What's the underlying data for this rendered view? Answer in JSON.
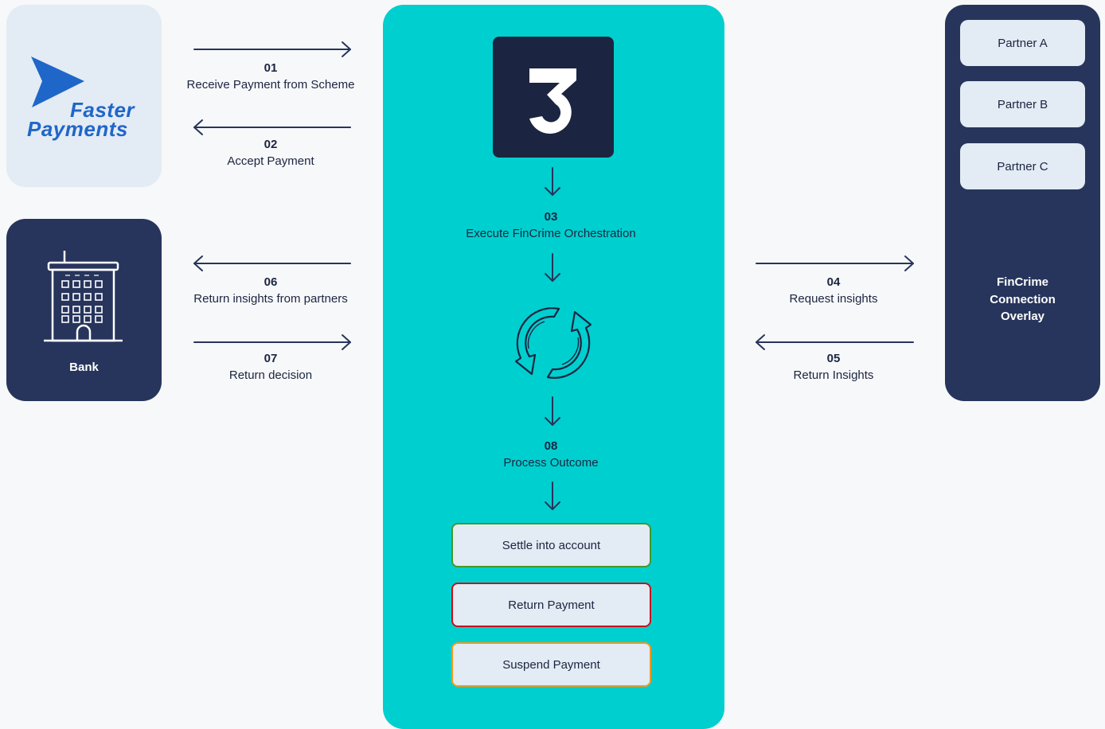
{
  "colors": {
    "background": "#f7f8f9",
    "navy": "#27355c",
    "dark_navy": "#1b2541",
    "teal": "#00cfcf",
    "light_box": "#e3ebf4",
    "fp_blue": "#1f66c9",
    "settle_border": "#3f9a2c",
    "return_border": "#c8101b",
    "suspend_border": "#f09a1c"
  },
  "faster_payments": {
    "icon": "faster-payments-logo",
    "word1": "Faster",
    "word2": "Payments"
  },
  "bank": {
    "icon": "bank-building-icon",
    "label": "Bank"
  },
  "center": {
    "logo_icon": "brand-3-logo",
    "cycle_icon": "refresh-cycle-icon"
  },
  "steps": [
    {
      "num": "01",
      "text": "Receive Payment from Scheme",
      "direction": "right"
    },
    {
      "num": "02",
      "text": "Accept Payment",
      "direction": "left"
    },
    {
      "num": "03",
      "text": "Execute FinCrime Orchestration",
      "direction": "down"
    },
    {
      "num": "04",
      "text": "Request insights",
      "direction": "right"
    },
    {
      "num": "05",
      "text": "Return Insights",
      "direction": "left"
    },
    {
      "num": "06",
      "text": "Return insights from partners",
      "direction": "left"
    },
    {
      "num": "07",
      "text": "Return decision",
      "direction": "right"
    },
    {
      "num": "08",
      "text": "Process Outcome",
      "direction": "down"
    }
  ],
  "outcomes": [
    {
      "label": "Settle into account",
      "color": "#3f9a2c"
    },
    {
      "label": "Return Payment",
      "color": "#c8101b"
    },
    {
      "label": "Suspend Payment",
      "color": "#f09a1c"
    }
  ],
  "partners": [
    "Partner A",
    "Partner B",
    "Partner C"
  ],
  "overlay": {
    "line1": "FinCrime",
    "line2": "Connection",
    "line3": "Overlay"
  }
}
